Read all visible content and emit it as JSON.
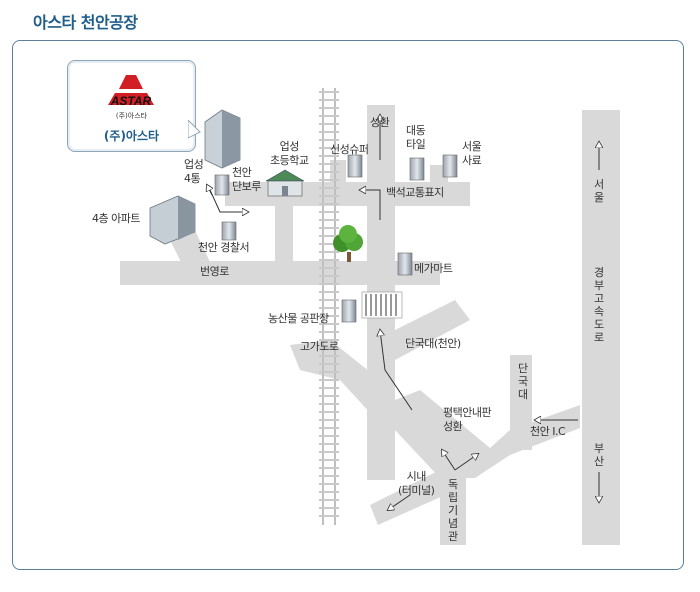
{
  "page": {
    "title": "아스타 천안공장"
  },
  "company": {
    "logo_text": "ASTAR",
    "logo_sub": "(주)아스타",
    "name": "(주)아스타"
  },
  "labels": {
    "upseong4tong": "업성\n4통",
    "cheonan_dan": "천안\n단보루",
    "upseong_school": "업성\n초등학교",
    "sinseong_super": "신성슈퍼",
    "seonghwan_top": "성환",
    "daedong_tile": "대동\n타일",
    "seoul_saryo": "서울\n사료",
    "baekseok_sign": "백석교통표지",
    "apt4": "4층 아파트",
    "police": "천안 경찰서",
    "beonyeong_ro": "번영로",
    "mega_mart": "메가마트",
    "nongsanmul": "농산물 공판장",
    "overpass": "고가도로",
    "dankook_cheonan": "단국대(천안)",
    "dankook_vert": "단국대",
    "pyeongtaek": "평택안내판\n성환",
    "cheonan_ic": "천안 I.C",
    "downtown": "시내\n(터미널)",
    "independence": "독립기념관",
    "seoul_vert": "서울",
    "gyeongbu": "경부고속도로",
    "busan_vert": "부산"
  },
  "colors": {
    "road": "#d9d9d9",
    "title": "#1f5d8a",
    "frame": "#5b7f9c",
    "logo_red": "#d21f26",
    "tree": "#3f8f2a"
  },
  "icons": [
    "building-icon",
    "school-icon",
    "tree-icon",
    "logo-icon",
    "arrow-icon"
  ]
}
